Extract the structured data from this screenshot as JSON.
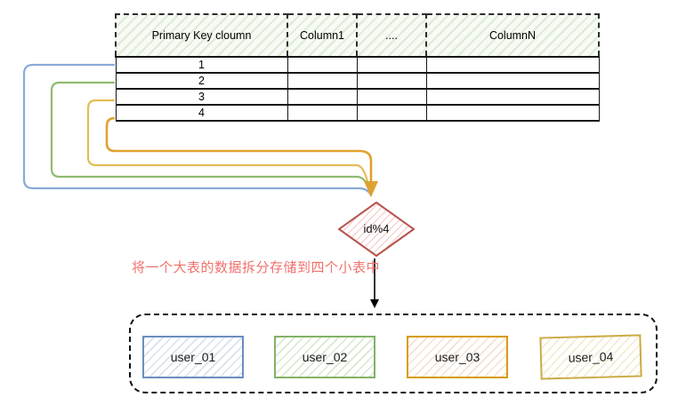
{
  "table": {
    "columns": [
      "Primary Key cloumn",
      "Column1",
      "....",
      "ColumnN"
    ],
    "rows": [
      [
        "1",
        "",
        "",
        ""
      ],
      [
        "2",
        "",
        "",
        ""
      ],
      [
        "3",
        "",
        "",
        ""
      ],
      [
        "4",
        "",
        "",
        ""
      ]
    ]
  },
  "diamond": {
    "label": "id%4"
  },
  "annotation": {
    "text": "将一个大表的数据拆分存储到四个小表中",
    "color": "#f0716c"
  },
  "shards": {
    "items": [
      {
        "label": "user_01",
        "border_color": "#6c8ebf",
        "fill_tint": "#dae8fc"
      },
      {
        "label": "user_02",
        "border_color": "#82b366",
        "fill_tint": "#d5e8d4"
      },
      {
        "label": "user_03",
        "border_color": "#d79b00",
        "fill_tint": "#ffe6cc"
      },
      {
        "label": "user_04",
        "border_color": "#d6b656",
        "fill_tint": "#fff2cc"
      }
    ]
  },
  "arrows": {
    "row1_color": "#8ba9d9",
    "row2_color": "#8fbb70",
    "row3_color": "#e3bd55",
    "row4_color": "#e0a22e",
    "funnel_arrow_color": "#e0a22e",
    "dispatch_arrow_color": "#000000",
    "diamond_border_color": "#b8544f",
    "diamond_hatch_color": "#f2c4c0",
    "header_hatch_color": "#d5e8d4"
  }
}
